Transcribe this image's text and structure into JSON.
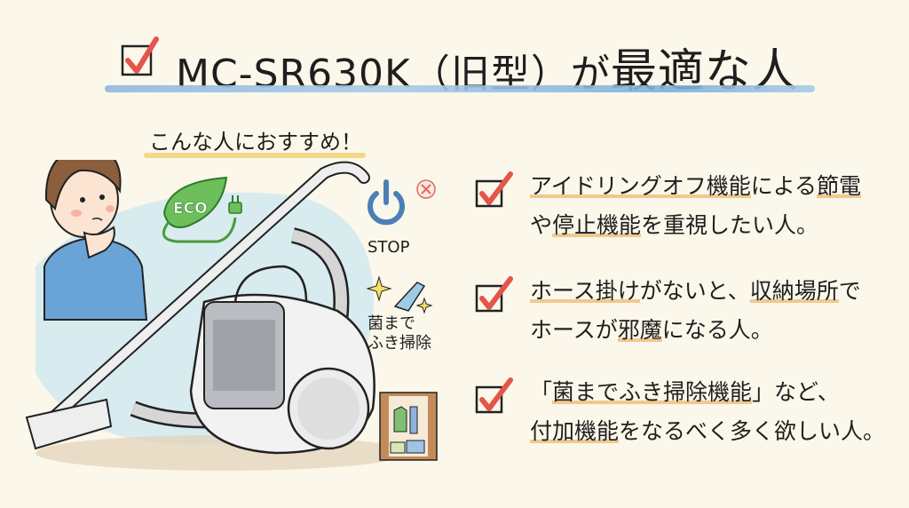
{
  "header": {
    "title_model": "MC-SR630K（旧型）が",
    "title_emph": "最適な人",
    "check_icon": "checkbox-checked-icon"
  },
  "subtitle": "こんな人におすすめ！",
  "illustration": {
    "eco_badge": "ECO",
    "stop_label": "STOP",
    "kin_label_line1": "菌まで",
    "kin_label_line2": "ふき掃除"
  },
  "items": [
    {
      "line1": [
        {
          "t": "アイドリングオフ機能",
          "hl": true
        },
        {
          "t": "による",
          "hl": false
        },
        {
          "t": "節電",
          "hl": true
        }
      ],
      "line2": [
        {
          "t": "や",
          "hl": false
        },
        {
          "t": "停止機能",
          "hl": true
        },
        {
          "t": "を重視したい人。",
          "hl": false
        }
      ]
    },
    {
      "line1": [
        {
          "t": "ホース掛け",
          "hl": true
        },
        {
          "t": "がないと、",
          "hl": false
        },
        {
          "t": "収納場所",
          "hl": true
        },
        {
          "t": "で",
          "hl": false
        }
      ],
      "line2": [
        {
          "t": "ホースが",
          "hl": false
        },
        {
          "t": "邪魔",
          "hl": true
        },
        {
          "t": "になる人。",
          "hl": false
        }
      ]
    },
    {
      "line1": [
        {
          "t": "「",
          "hl": false
        },
        {
          "t": "菌までふき掃除機能",
          "hl": true
        },
        {
          "t": "」など、",
          "hl": false
        }
      ],
      "line2": [
        {
          "t": "付加機能",
          "hl": true
        },
        {
          "t": "をなるべく多く欲しい人。",
          "hl": false
        }
      ]
    }
  ],
  "colors": {
    "background": "#fbf7ea",
    "check_red": "#e4554a",
    "title_underline": "#8fb9dc",
    "highlight": "#f0c98f",
    "subtitle_underline": "#f2d98a"
  }
}
